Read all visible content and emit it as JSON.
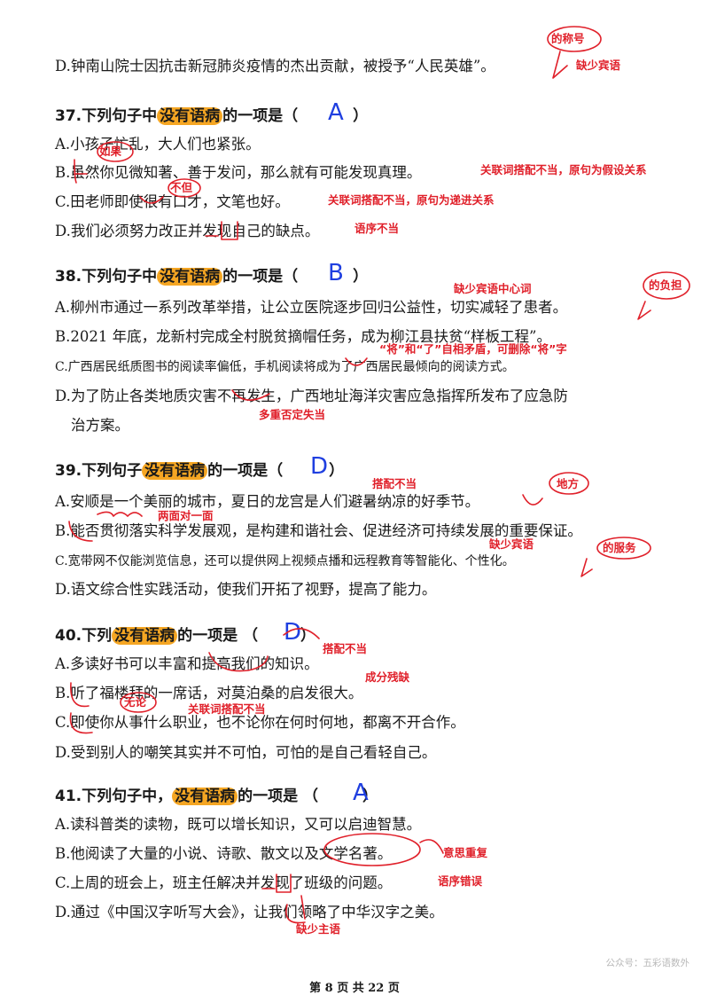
{
  "top_option": {
    "text": "D.钟南山院士因抗击新冠肺炎疫情的杰出贡献，被授予“人民英雄”。",
    "note_insert": "的称号",
    "note_reason": "缺少宾语"
  },
  "questions": [
    {
      "title_prefix": "37.下列句子中",
      "title_highlight": "没有语病",
      "title_suffix": "的一项是（",
      "title_close": "）",
      "answer": "A",
      "options": [
        "A.小孩子忙乱，大人们也紧张。",
        "B.虽然你见微知著、善于发问，那么就有可能发现真理。",
        "C.田老师即使很有口才，文笔也好。",
        "D.我们必须努力改正并发现自己的缺点。"
      ],
      "notes": [
        "如果",
        "关联词搭配不当，原句为假设关系",
        "不但",
        "关联词搭配不当，原句为递进关系",
        "语序不当"
      ]
    },
    {
      "title_prefix": "38.下列句子中",
      "title_highlight": "没有语病",
      "title_suffix": "的一项是（",
      "title_close": "）",
      "answer": "B",
      "options": [
        "A.柳州市通过一系列改革举措，让公立医院逐步回归公益性，切实减轻了患者。",
        "B.2021 年底，龙新村完成全村脱贫摘帽任务，成为柳江县扶贫“样板工程”。",
        "C.广西居民纸质图书的阅读率偏低，手机阅读将成为了广西居民最倾向的阅读方式。",
        "D.为了防止各类地质灾害不再发生，广西地址海洋灾害应急指挥所发布了应急防",
        "治方案。"
      ],
      "notes": [
        "缺少宾语中心词",
        "的负担",
        "“将”和“了”自相矛盾，可删除“将”字",
        "多重否定失当"
      ]
    },
    {
      "title_prefix": "39.下列句子",
      "title_highlight": "没有语病",
      "title_suffix": "的一项是（",
      "title_close": "）",
      "answer": "D",
      "options": [
        "A.安顺是一个美丽的城市，夏日的龙宫是人们避暑纳凉的好季节。",
        "B.能否贯彻落实科学发展观，是构建和谐社会、促进经济可持续发展的重要保证。",
        "C.宽带网不仅能浏览信息，还可以提供网上视频点播和远程教育等智能化、个性化。",
        "D.语文综合性实践活动，使我们开拓了视野，提高了能力。"
      ],
      "notes": [
        "搭配不当",
        "地方",
        "两面对一面",
        "缺少宾语",
        "的服务"
      ]
    },
    {
      "title_prefix": "40.下列",
      "title_highlight": "没有语病",
      "title_suffix": "的一项是 （",
      "title_close": "）",
      "answer": "D",
      "options": [
        "A.多读好书可以丰富和提高我们的知识。",
        "B.听了福楼拜的一席话，对莫泊桑的启发很大。",
        "C.即使你从事什么职业，也不论你在何时何地，都离不开合作。",
        "D.受到别人的嘲笑其实并不可怕，可怕的是自己看轻自己。"
      ],
      "notes": [
        "搭配不当",
        "成分残缺",
        "无论",
        "关联词搭配不当"
      ]
    },
    {
      "title_prefix": "41.下列句子中，",
      "title_highlight": "没有语病",
      "title_suffix": "的一项是 （",
      "title_close": "）",
      "answer": "A",
      "options": [
        "A.读科普类的读物，既可以增长知识，又可以启迪智慧。",
        "B.他阅读了大量的小说、诗歌、散文以及文学名著。",
        "C.上周的班会上，班主任解决并发现了班级的问题。",
        "D.通过《中国汉字听写大会》，让我们领略了中华汉字之美。"
      ],
      "notes": [
        "意思重复",
        "语序错误",
        "缺少主语"
      ]
    }
  ],
  "footer": "第 8 页 共 22 页",
  "watermark": "公众号：五彩语数外",
  "colors": {
    "highlight": "#f5a623",
    "answer": "#1f3fe0",
    "annotation": "#e0202a"
  }
}
